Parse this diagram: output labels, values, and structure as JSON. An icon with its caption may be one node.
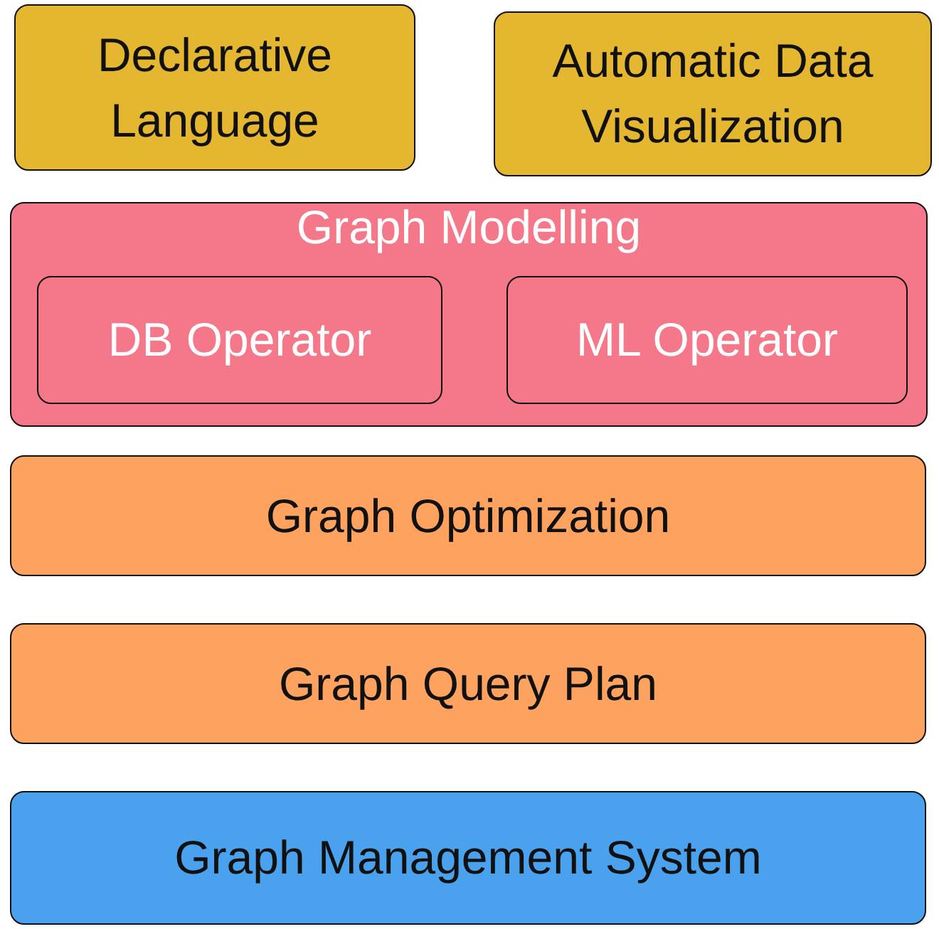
{
  "diagram": {
    "nodes": [
      {
        "text": [
          "Declarative Language"
        ]
      },
      {
        "text": [
          "Automatic Data Visualization"
        ]
      },
      {
        "text": [
          "Graph Modelling"
        ]
      },
      {
        "text": [
          "DB Operator"
        ],
        "in": 2
      },
      {
        "text": [
          "ML Operator"
        ],
        "in": 2
      },
      {
        "text": [
          "Graph Optimization"
        ]
      },
      {
        "text": [
          "Graph Query Plan"
        ]
      },
      {
        "text": [
          "Graph Management System"
        ]
      }
    ]
  }
}
